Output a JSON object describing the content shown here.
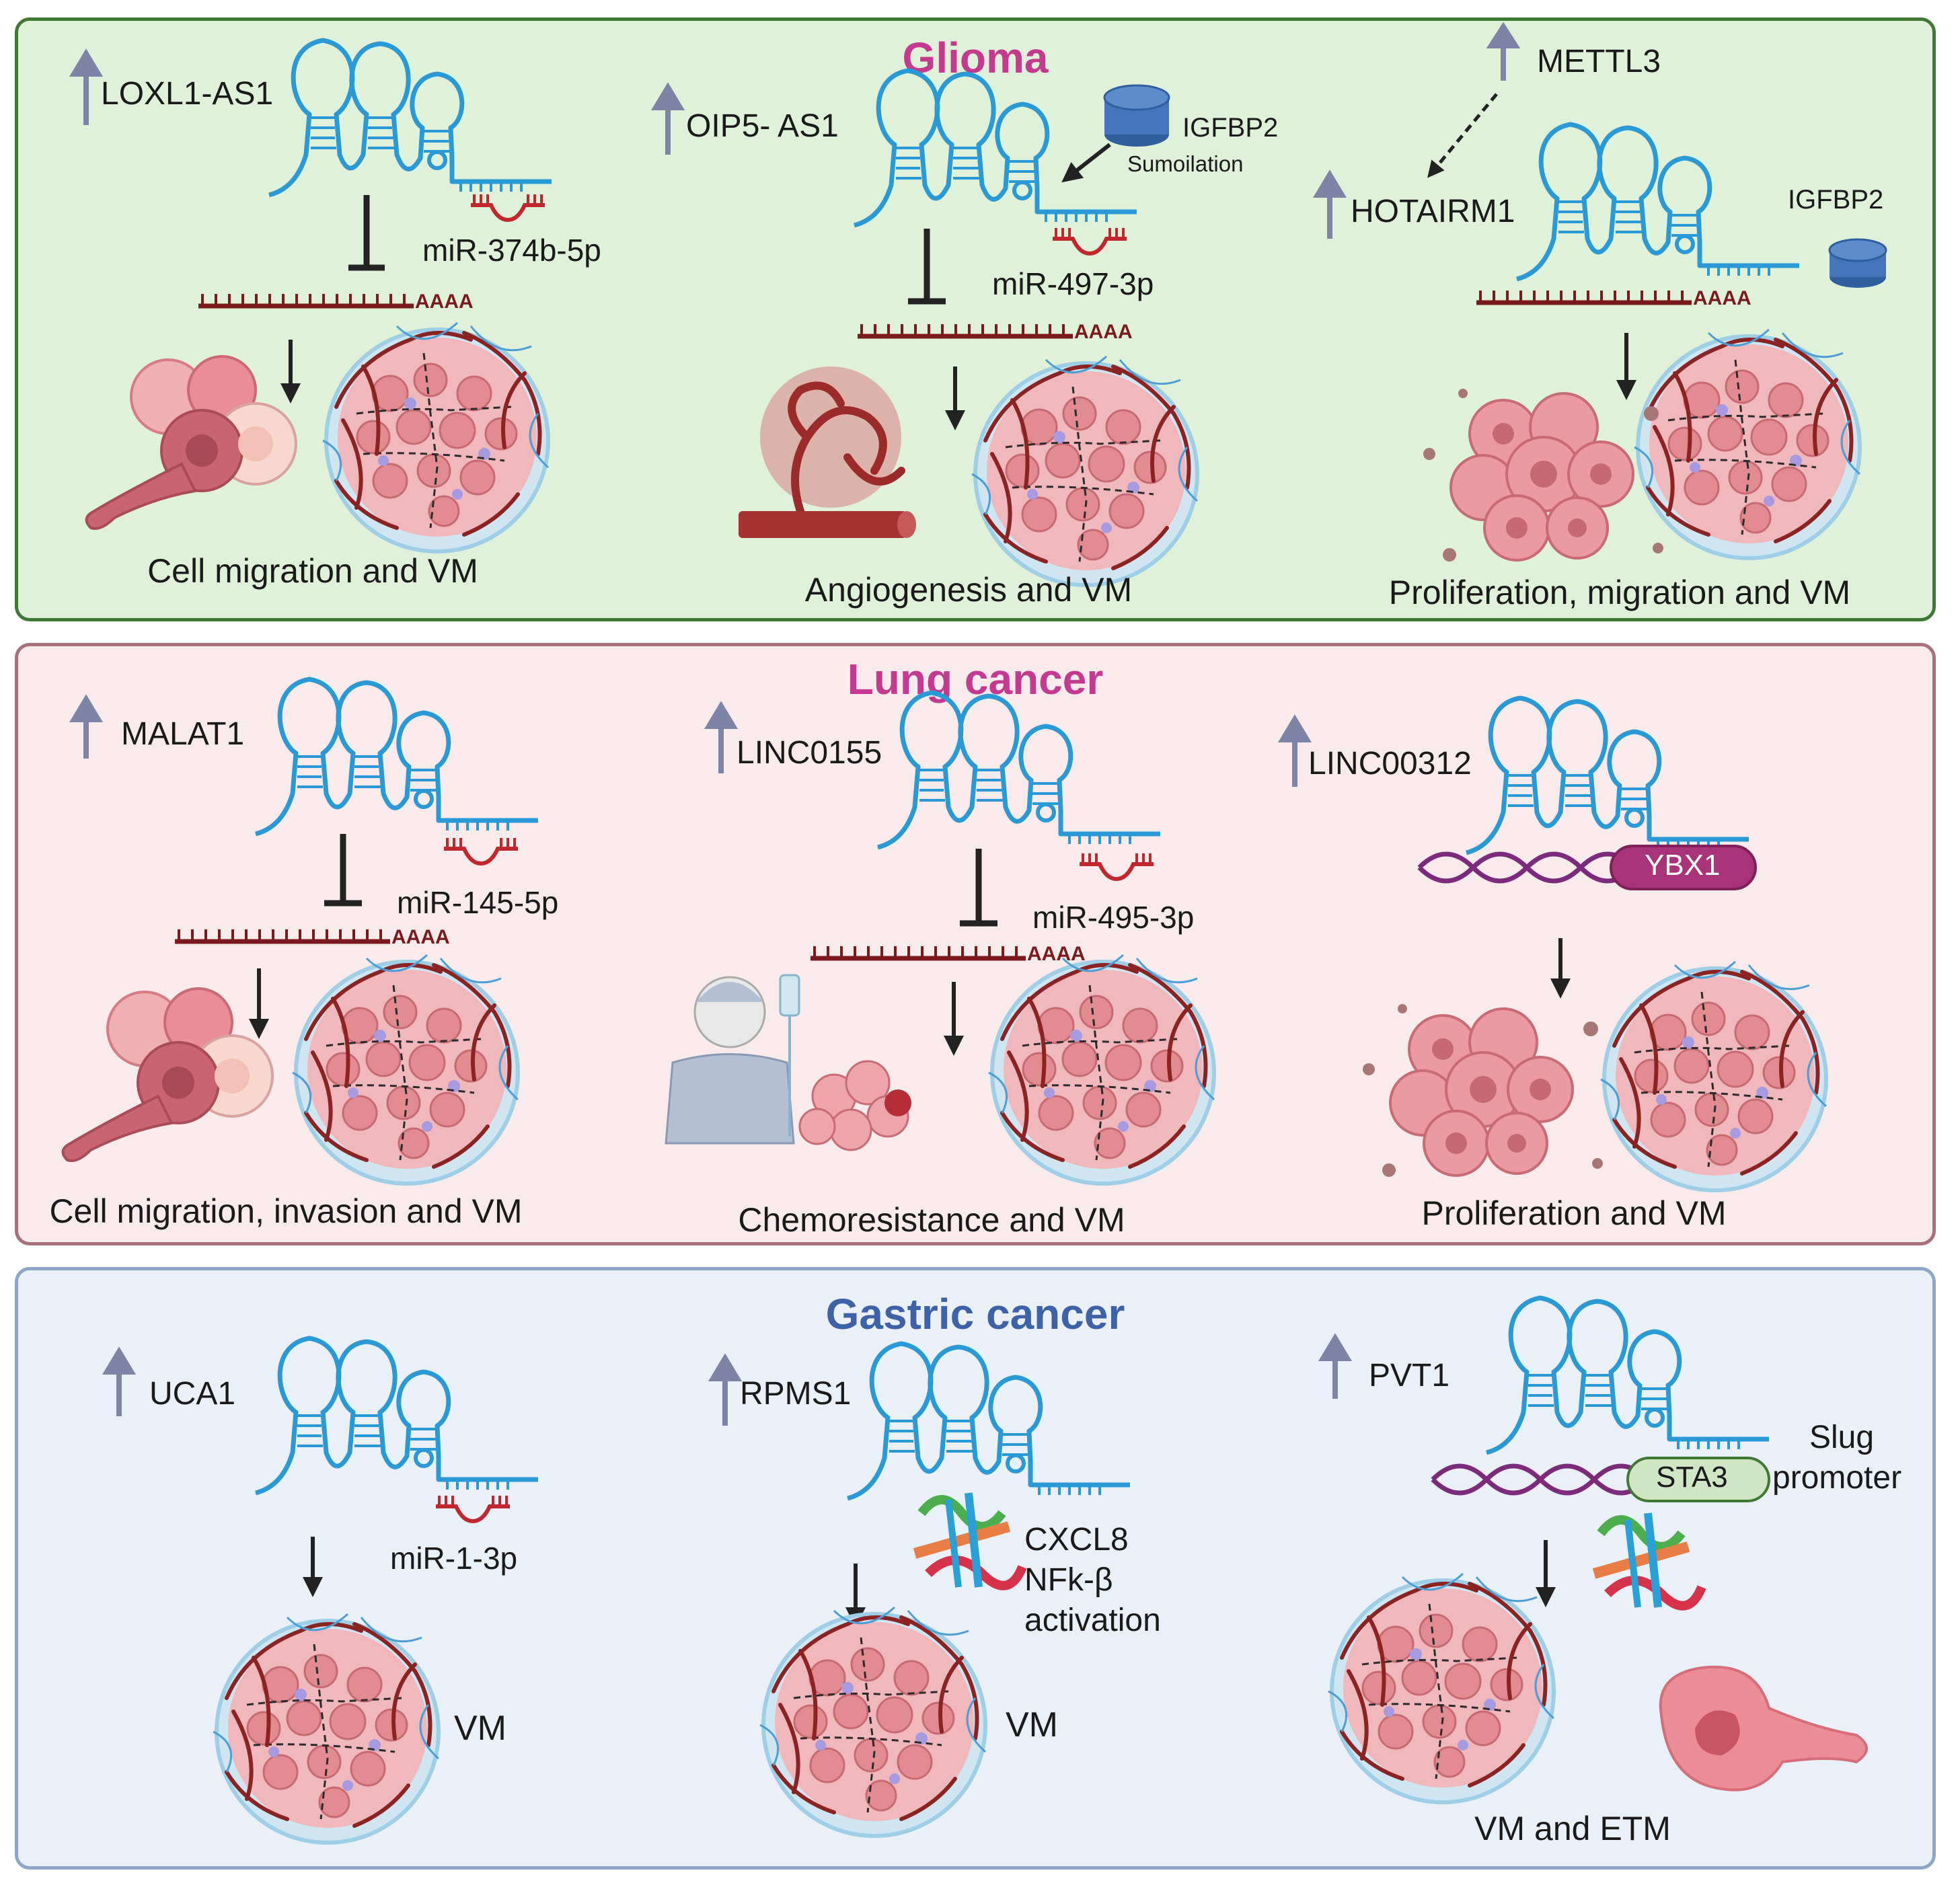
{
  "colors": {
    "glioma_bg": "#e0f1d9",
    "glioma_border": "#3f7a34",
    "glioma_title": "#c43a8f",
    "lung_bg": "#f9eaec",
    "lung_border": "#a8707c",
    "lung_title": "#c43a8f",
    "gastric_bg": "#eaf0f8",
    "gastric_border": "#8ea5c8",
    "gastric_title": "#3e62a8",
    "rna": "#2a9ad6",
    "mirna": "#c0282d",
    "mrna": "#7a1a1d",
    "up_arrow": "#7d84a6",
    "protein": "#4474b9",
    "ybx1": "#a83378",
    "sta3": "#cfe6c4",
    "dna": "#7b2a7c",
    "vessel": "#8b2323",
    "tumor": "#e7a0a4"
  },
  "glioma": {
    "title": "Glioma",
    "col1": {
      "lncrna": "LOXL1-AS1",
      "mirna": "miR-374b-5p",
      "polyA": "AAAA",
      "outcome": "Cell migration and VM"
    },
    "col2": {
      "lncrna": "OIP5- AS1",
      "protein": "IGFBP2",
      "modification": "Sumoilation",
      "mirna": "miR-497-3p",
      "polyA": "AAAA",
      "outcome": "Angiogenesis and VM"
    },
    "col3": {
      "regulator": "METTL3",
      "lncrna": "HOTAIRM1",
      "protein": "IGFBP2",
      "polyA": "AAAA",
      "outcome": "Proliferation, migration and VM"
    }
  },
  "lung": {
    "title": "Lung cancer",
    "col1": {
      "lncrna": "MALAT1",
      "mirna": "miR-145-5p",
      "polyA": "AAAA",
      "outcome": "Cell migration, invasion and VM"
    },
    "col2": {
      "lncrna": "LINC0155",
      "mirna": "miR-495-3p",
      "polyA": "AAAA",
      "outcome": "Chemoresistance and VM"
    },
    "col3": {
      "lncrna": "LINC00312",
      "protein": "YBX1",
      "outcome": "Proliferation and VM"
    }
  },
  "gastric": {
    "title": "Gastric cancer",
    "col1": {
      "lncrna": "UCA1",
      "mirna": "miR-1-3p",
      "outcome": "VM"
    },
    "col2": {
      "lncrna": "RPMS1",
      "effect_line1": "CXCL8",
      "effect_line2": "NFk-β",
      "effect_line3": "activation",
      "outcome": "VM"
    },
    "col3": {
      "lncrna": "PVT1",
      "protein": "STA3",
      "target_line1": "Slug",
      "target_line2": "promoter",
      "outcome": "VM and ETM"
    }
  }
}
